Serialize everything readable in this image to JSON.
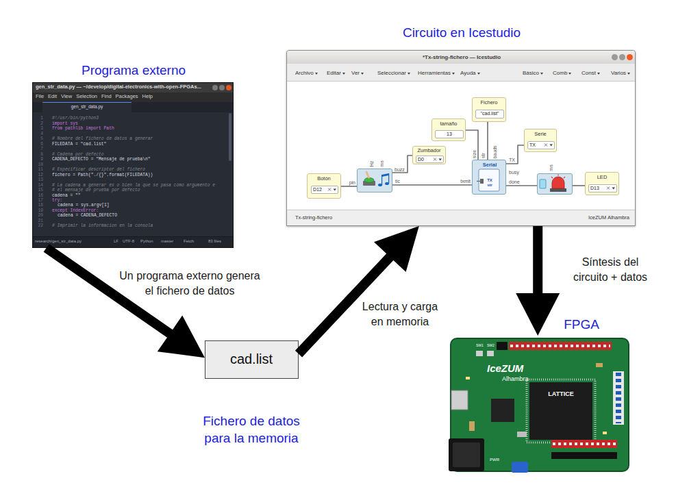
{
  "diagram": {
    "nodes": [
      {
        "text": [
          "Programa externo",
          "gen_str_data.py — ~/develop/digital-electronics-with-open-FPGAs...",
          "File",
          "Edit",
          "View",
          "Selection",
          "Find",
          "Packages",
          "Help",
          "gen_str_data.py",
          "1",
          "#!/usr/bin/python3",
          "2",
          "import sys",
          "3",
          "from pathlib import Path",
          "4",
          "5",
          "# Nombre del fichero de datos a generar",
          "6",
          "FILEDATA = \"cad.list\"",
          "7",
          "8",
          "# Cadena por defecto",
          "9",
          "CADENA_DEFECTO = \"Mensaje de prueba\\n\"",
          "10",
          "11",
          "# Especificar descriptor del fichero",
          "12",
          "fichero = Path(\"./{}\".format(FILEDATA))",
          "13",
          "14",
          "# La cadena a generar es o bien la que se pasa como argumento e",
          "15",
          "# el mensaje de prueba por defecto",
          "16",
          "cadena = \"\"",
          "17",
          "try:",
          "18",
          "cadena = sys.argv[1]",
          "19",
          "except IndexError:",
          "20",
          "cadena = CADENA_DEFECTO",
          "21",
          "22",
          "# Imprimir la informacion en la consola",
          "research/gen_str_data.py",
          "LF",
          "UTF-8",
          "Python",
          "master",
          "Fetch",
          "83 files"
        ]
      },
      {
        "text": [
          "Circuito en Icestudio",
          "*Tx-string-fichero — Icestudio",
          "Archivo",
          "Editar",
          "Ver",
          "Seleccionar",
          "Herramientas",
          "Ayuda",
          "Básico",
          "Comb",
          "Const",
          "Varios",
          "Tx-string-fichero",
          "IceZUM Alhambra"
        ]
      },
      {
        "text": [
          "Botón",
          "D12"
        ],
        "in": 1
      },
      {
        "text": [
          "pin",
          "Hz",
          "ms",
          "buzz",
          "tic"
        ],
        "in": 1
      },
      {
        "text": [
          "Zumbador",
          "D0"
        ],
        "in": 1
      },
      {
        "text": [
          "tamaño",
          "13"
        ],
        "in": 1
      },
      {
        "text": [
          "Fichero",
          "\"cad.list\""
        ],
        "in": 1
      },
      {
        "text": [
          "Serial",
          "TX",
          "str",
          "size",
          "str",
          "bauds",
          "TX",
          "busy",
          "txmit",
          "done"
        ],
        "in": 1
      },
      {
        "text": [
          "Serie",
          "TX"
        ],
        "in": 1
      },
      {
        "text": [
          "ms"
        ],
        "in": 1
      },
      {
        "text": [
          "LED",
          "D13"
        ],
        "in": 1
      },
      {
        "text": [
          "cad.list",
          "Fichero de datos para la memoria"
        ]
      },
      {
        "text": [
          "FPGA",
          "IceZUM",
          "Alhambra",
          "LATTICE",
          "PWR",
          "SW1",
          "SW2"
        ]
      }
    ],
    "edges": [
      {
        "from": 0,
        "to": 11,
        "arrow": "to",
        "label": "Un programa externo genera el fichero de datos"
      },
      {
        "from": 11,
        "to": 1,
        "arrow": "to",
        "label": "Lectura y carga en memoria"
      },
      {
        "from": 1,
        "to": 12,
        "arrow": "to",
        "label": "Síntesis del circuito + datos"
      },
      {
        "from": 2,
        "to": 3,
        "arrow": "none"
      },
      {
        "from": 3,
        "to": 4,
        "arrow": "none"
      },
      {
        "from": 3,
        "to": 7,
        "arrow": "none"
      },
      {
        "from": 5,
        "to": 7,
        "arrow": "none"
      },
      {
        "from": 6,
        "to": 7,
        "arrow": "none"
      },
      {
        "from": 7,
        "to": 8,
        "arrow": "none"
      },
      {
        "from": 7,
        "to": 9,
        "arrow": "none"
      },
      {
        "from": 9,
        "to": 10,
        "arrow": "none"
      }
    ]
  }
}
